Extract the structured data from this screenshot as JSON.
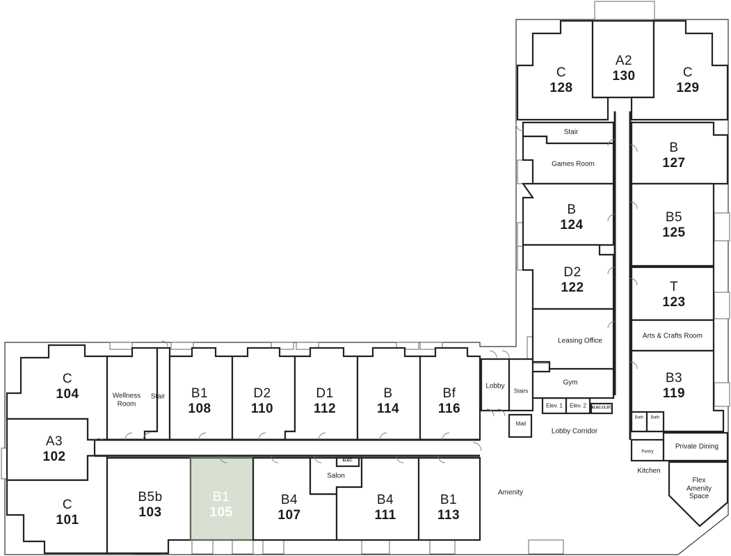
{
  "units": [
    {
      "id": "u104",
      "type": "C",
      "number": "104"
    },
    {
      "id": "u102",
      "type": "A3",
      "number": "102"
    },
    {
      "id": "u101",
      "type": "C",
      "number": "101"
    },
    {
      "id": "u108",
      "type": "B1",
      "number": "108"
    },
    {
      "id": "u110",
      "type": "D2",
      "number": "110"
    },
    {
      "id": "u112",
      "type": "D1",
      "number": "112"
    },
    {
      "id": "u114",
      "type": "B",
      "number": "114"
    },
    {
      "id": "u116",
      "type": "Bf",
      "number": "116"
    },
    {
      "id": "u103",
      "type": "B5b",
      "number": "103"
    },
    {
      "id": "u105",
      "type": "B1",
      "number": "105",
      "highlighted": true
    },
    {
      "id": "u107",
      "type": "B4",
      "number": "107"
    },
    {
      "id": "u111",
      "type": "B4",
      "number": "111"
    },
    {
      "id": "u113",
      "type": "B1",
      "number": "113"
    },
    {
      "id": "u128",
      "type": "C",
      "number": "128"
    },
    {
      "id": "u130",
      "type": "A2",
      "number": "130"
    },
    {
      "id": "u129",
      "type": "C",
      "number": "129"
    },
    {
      "id": "u127",
      "type": "B",
      "number": "127"
    },
    {
      "id": "u124",
      "type": "B",
      "number": "124"
    },
    {
      "id": "u125",
      "type": "B5",
      "number": "125"
    },
    {
      "id": "u122",
      "type": "D2",
      "number": "122"
    },
    {
      "id": "u123",
      "type": "T",
      "number": "123"
    },
    {
      "id": "u119",
      "type": "B3",
      "number": "119"
    }
  ],
  "spaces": {
    "wellness": "Wellness Room",
    "stair_west": "Stair",
    "lobby": "Lobby",
    "stairs": "Stairs",
    "mail": "Mail",
    "elev1": "Elev. 1",
    "elev2": "Elev. 2",
    "elec_clst": "ELEC.CLST.",
    "elec": "ELEC.",
    "salon": "Salon",
    "amenity": "Amenity",
    "lobby_corridor": "Lobby Corridor",
    "gym": "Gym",
    "leasing": "Leasing Office",
    "arts": "Arts & Crafts Room",
    "stair_north": "Stair",
    "games": "Games Room",
    "bath1": "Bath",
    "bath2": "Bath",
    "pantry": "Pantry",
    "private_dining": "Private Dining",
    "kitchen": "Kitchen",
    "flex": "Flex Amenity Space"
  },
  "colors": {
    "highlight_fill": "#d8e0d2",
    "wall": "#222222"
  }
}
